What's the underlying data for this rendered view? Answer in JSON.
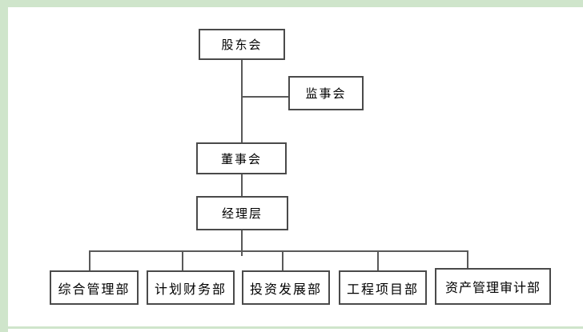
{
  "frame": {
    "border_color": "#cfe5cb",
    "background_color": "#ffffff"
  },
  "chart": {
    "type": "org-chart",
    "line_color": "#595959",
    "box_border_color": "#4a4a4a",
    "text_color": "#000000",
    "nodes": {
      "shareholders": {
        "label": "股东会"
      },
      "supervisory": {
        "label": "监事会"
      },
      "directors": {
        "label": "董事会"
      },
      "management": {
        "label": "经理层"
      },
      "departments": [
        {
          "label": "综合管理部"
        },
        {
          "label": "计划财务部"
        },
        {
          "label": "投资发展部"
        },
        {
          "label": "工程项目部"
        },
        {
          "label": "资产管理审计部"
        }
      ]
    },
    "hierarchy": [
      "股东会 -> 董事会",
      "股东会 -> 监事会",
      "董事会 -> 经理层",
      "经理层 -> 综合管理部",
      "经理层 -> 计划财务部",
      "经理层 -> 投资发展部",
      "经理层 -> 工程项目部",
      "经理层 -> 资产管理审计部"
    ]
  }
}
